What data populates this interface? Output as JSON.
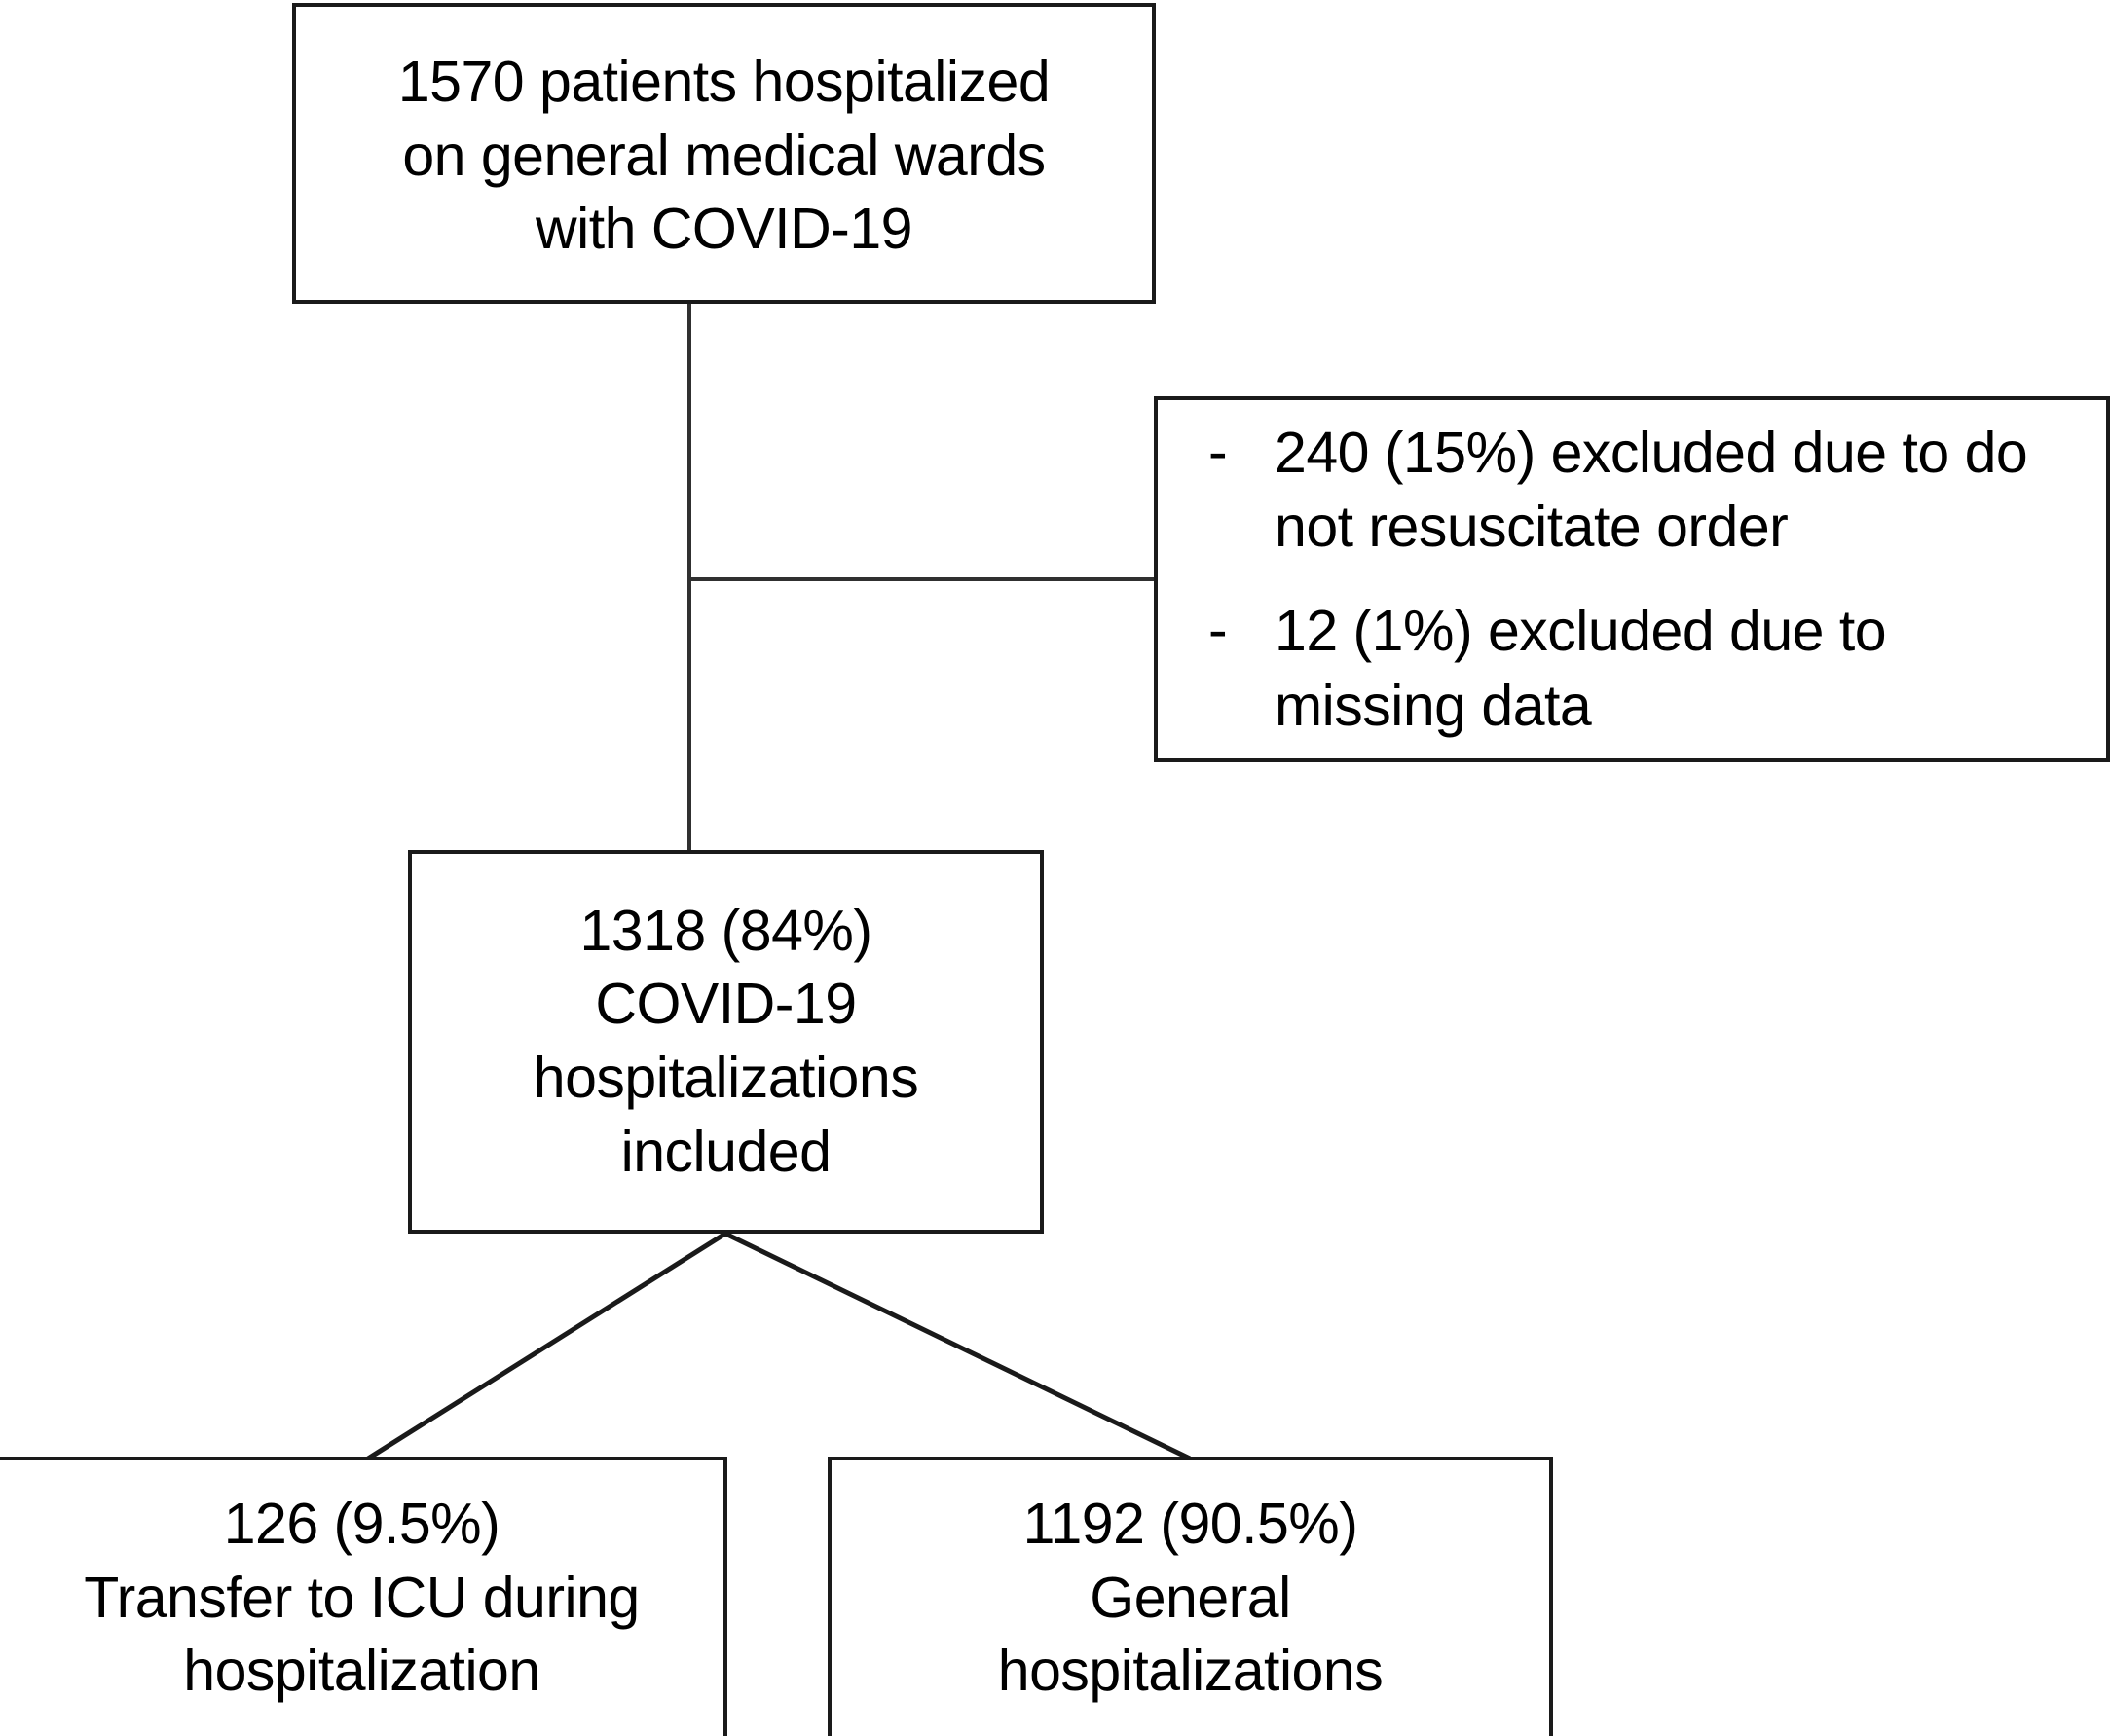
{
  "diagram": {
    "type": "patient-flow-diagram",
    "boxes": {
      "cohort": {
        "lines": [
          "1570 patients hospitalized",
          "on general medical wards",
          "with COVID-19"
        ]
      },
      "exclusions": {
        "bullet_marker": "-",
        "items": [
          {
            "lines": [
              "240 (15%) excluded due to do",
              "not resuscitate order"
            ]
          },
          {
            "lines": [
              "12 (1%) excluded due to",
              "missing data"
            ]
          }
        ]
      },
      "included": {
        "lines": [
          "1318 (84%)",
          "COVID-19",
          "hospitalizations",
          "included"
        ]
      },
      "icu_transfer": {
        "lines": [
          "126 (9.5%)",
          "Transfer to ICU during",
          "hospitalization"
        ]
      },
      "general": {
        "lines": [
          "1192 (90.5%)",
          "General",
          "hospitalizations"
        ]
      }
    },
    "colors": {
      "border": "#1a1a1a",
      "connector": "#303030",
      "background": "#ffffff",
      "text": "#000000"
    }
  }
}
